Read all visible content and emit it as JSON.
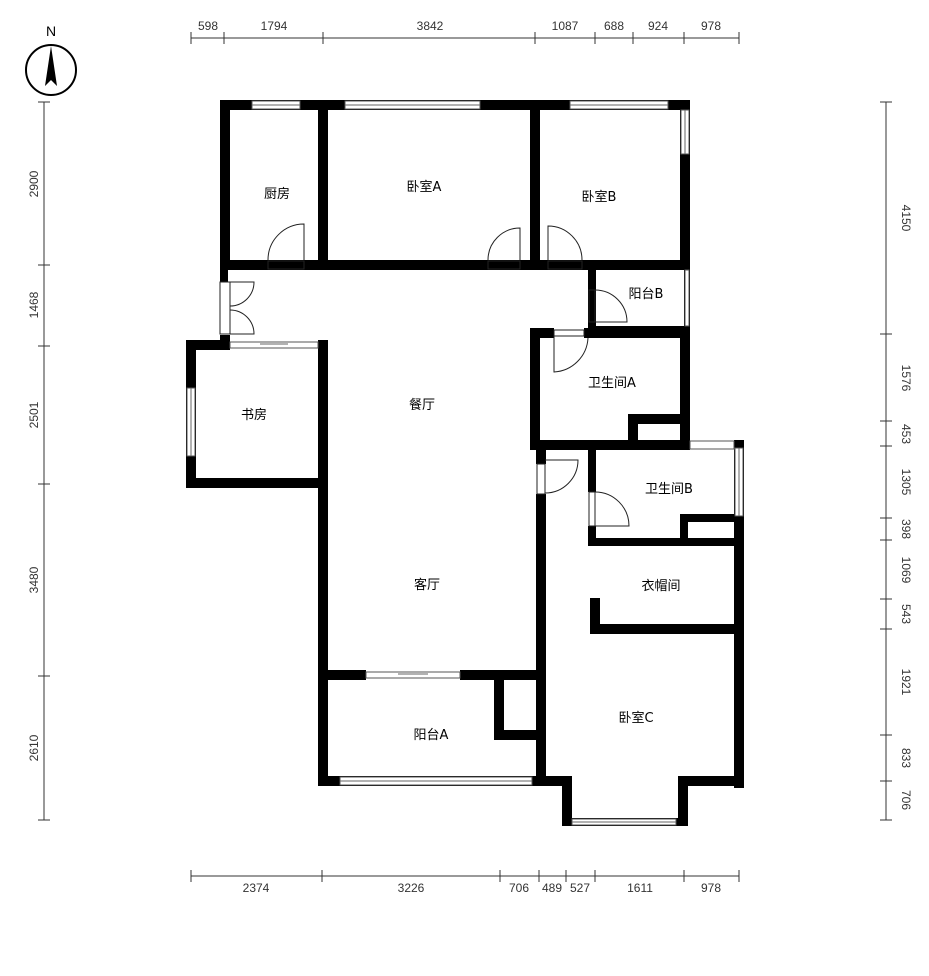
{
  "compass": {
    "label": "N"
  },
  "dimensions": {
    "top": [
      "598",
      "1794",
      "3842",
      "1087",
      "688",
      "924",
      "978"
    ],
    "bottom": [
      "2374",
      "3226",
      "706",
      "489",
      "527",
      "1611",
      "978"
    ],
    "left": [
      "2900",
      "1468",
      "2501",
      "3480",
      "2610"
    ],
    "right": [
      "4150",
      "1576",
      "453",
      "1305",
      "398",
      "1069",
      "543",
      "1921",
      "833",
      "706"
    ]
  },
  "rooms": {
    "kitchen": "厨房",
    "bedroom_a": "卧室A",
    "bedroom_b": "卧室B",
    "balcony_b": "阳台B",
    "bathroom_a": "卫生间A",
    "study": "书房",
    "dining": "餐厅",
    "bathroom_b": "卫生间B",
    "cloakroom": "衣帽间",
    "living": "客厅",
    "balcony_a": "阳台A",
    "bedroom_c": "卧室C"
  },
  "colors": {
    "wall": "#000000",
    "background": "#ffffff",
    "dimension_line": "#333333"
  }
}
